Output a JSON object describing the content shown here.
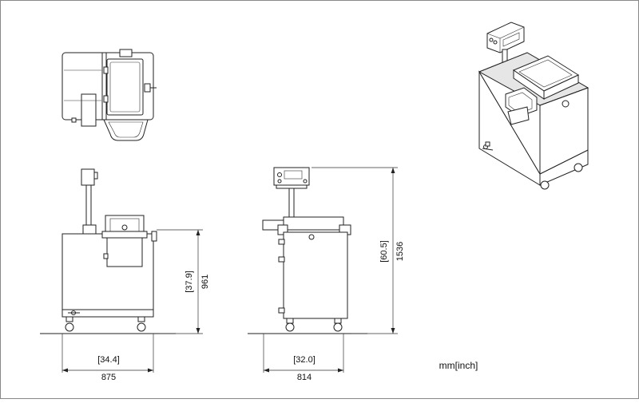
{
  "dimensions": {
    "width_a": {
      "inch": "34.4",
      "mm": "875"
    },
    "height_a": {
      "inch": "37.9",
      "mm": "961"
    },
    "width_b": {
      "inch": "32.0",
      "mm": "814"
    },
    "height_b": {
      "inch": "60.5",
      "mm": "1536"
    }
  },
  "unit_note": "mm[inch]",
  "colors": {
    "line": "#222222",
    "background": "#ffffff",
    "border": "#888888"
  }
}
